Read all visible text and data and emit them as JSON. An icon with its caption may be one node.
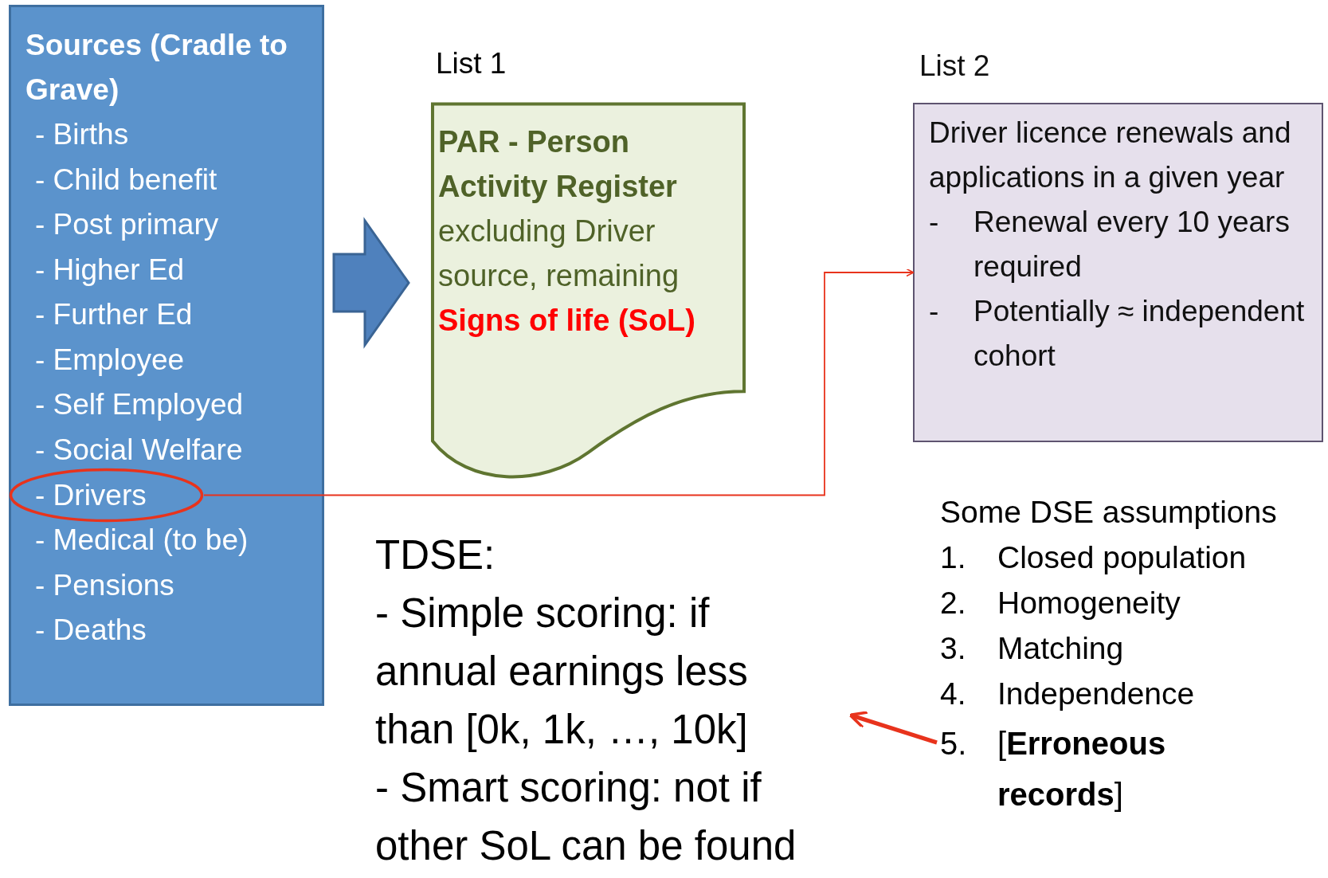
{
  "diagram": {
    "nodes": [
      {
        "text": [
          "Sources (Cradle to Grave)",
          "- Births",
          "- Child benefit",
          "- Post primary",
          "- Higher Ed",
          "- Further Ed",
          "- Employee",
          "- Self Employed",
          "- Social Welfare",
          "- Medical (to be)",
          "- Pensions",
          "- Deaths"
        ]
      },
      {
        "text": [
          "- Drivers"
        ],
        "in": 0
      },
      {
        "text": [
          "PAR - Person Activity Register",
          "excluding Driver source, remaining",
          "Signs of life (SoL)"
        ],
        "beside": [
          "List 1"
        ]
      },
      {
        "text": [
          "Driver licence renewals and applications in a given year",
          "-",
          "Renewal every 10 years required",
          "-",
          "Potentially ≈ independent cohort"
        ],
        "beside": [
          "List 2"
        ]
      },
      {
        "text": [
          "TDSE:",
          "- Simple scoring: if annual earnings less than [0k, 1k, …, 10k]",
          "- Smart scoring: not if other SoL can be found"
        ]
      },
      {
        "text": [
          "5.",
          "[**Erroneous records**]"
        ]
      }
    ],
    "edges": [
      {
        "from": 0,
        "to": 2,
        "arrow": "to",
        "color": "#4f81bd"
      },
      {
        "from": 1,
        "to": 3,
        "arrow": "to"
      },
      {
        "from": 5,
        "to": 4,
        "arrow": "to",
        "style": "thick"
      }
    ],
    "labels": [
      "Some DSE assumptions",
      "1.",
      "Closed population",
      "2.",
      "Homogeneity",
      "3.",
      "Matching",
      "4.",
      "Independence"
    ]
  }
}
